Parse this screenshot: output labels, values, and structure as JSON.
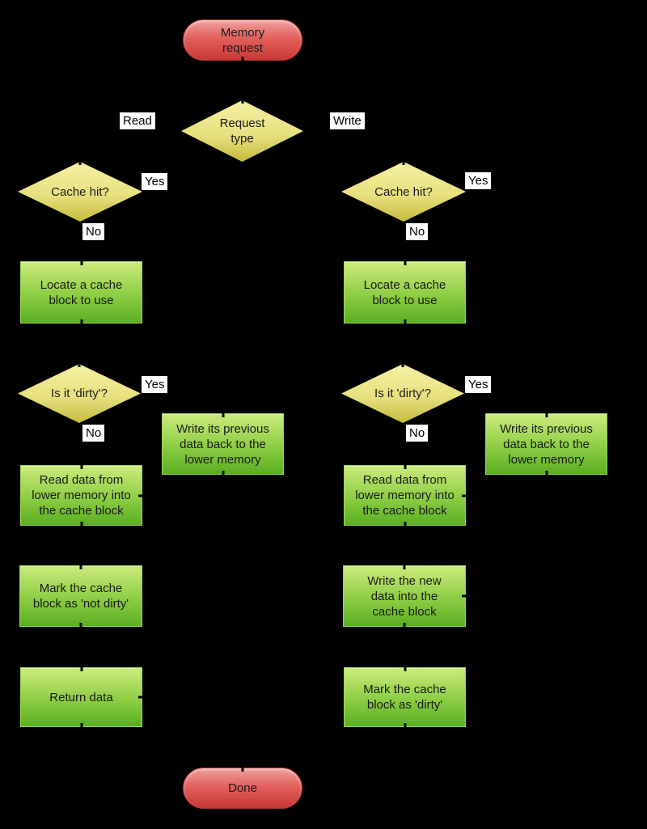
{
  "colors": {
    "background": "#000000",
    "terminal_light": "#f0a09e",
    "terminal_dark": "#c83734",
    "terminal_border": "#b23330",
    "decision_light": "#f4f1a4",
    "decision_dark": "#c6bb3f",
    "process_light": "#cdeb7d",
    "process_dark": "#5bae23",
    "process_border": "#9ed24f",
    "label_bg": "#ffffff",
    "text": "#1a1a1a"
  },
  "nodes": {
    "start": "Memory\nrequest",
    "request_type": "Request\ntype",
    "edge_read": "Read",
    "edge_write": "Write",
    "yes": "Yes",
    "no": "No",
    "read_branch": {
      "cache_hit": "Cache hit?",
      "locate": "Locate a cache\nblock to use",
      "dirty": "Is it 'dirty'?",
      "write_back": "Write its previous\ndata back to the\nlower memory",
      "read_lower": "Read data from\nlower memory into\nthe cache block",
      "mark": "Mark the cache\nblock as 'not dirty'",
      "last": "Return data"
    },
    "write_branch": {
      "cache_hit": "Cache hit?",
      "locate": "Locate a cache\nblock to use",
      "dirty": "Is it 'dirty'?",
      "write_back": "Write its previous\ndata back to the\nlower memory",
      "read_lower": "Read data from\nlower memory into\nthe cache block",
      "mark": "Write the new\ndata into the\ncache block",
      "last": "Mark the cache\nblock as 'dirty'"
    },
    "end": "Done"
  }
}
